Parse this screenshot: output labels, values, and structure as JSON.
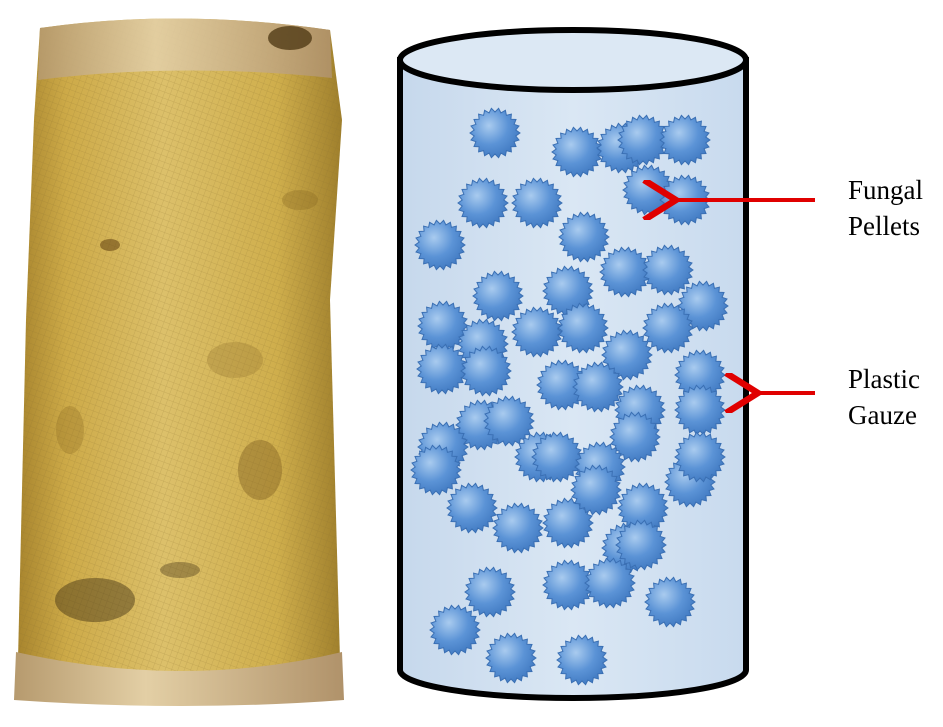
{
  "labels": {
    "fungal_line1": "Fungal",
    "fungal_line2": "Pellets",
    "plastic_line1": "Plastic",
    "plastic_line2": "Gauze"
  },
  "colors": {
    "arrow": "#e00000",
    "cylinder_outline": "#000000",
    "cylinder_fill": "#d4e3f1",
    "pellet_fill": "#5b93d6",
    "pellet_highlight": "#a9cbef",
    "gauze_base": "#c9ab4a"
  },
  "icons": {
    "photo": "gauze-cylinder-photo",
    "pellet": "spiky-pellet-icon",
    "arrow": "arrow-left-icon"
  }
}
